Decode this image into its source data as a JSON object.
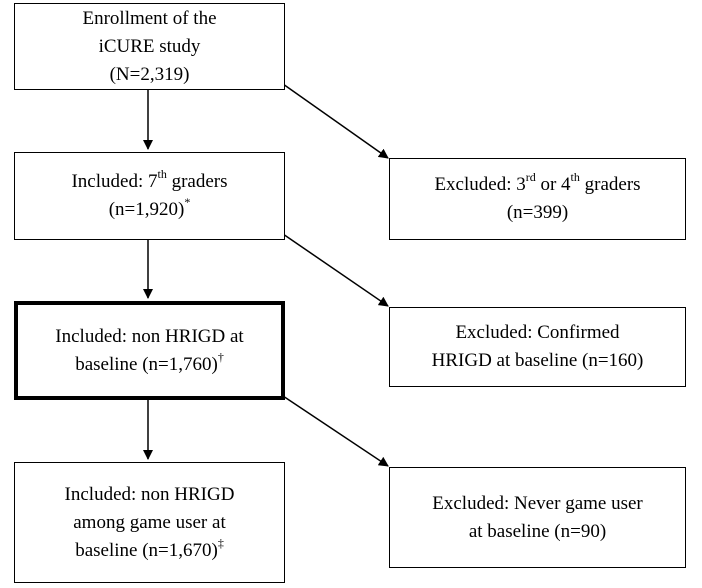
{
  "boxes": {
    "enroll": {
      "l1": "Enrollment of the",
      "l2": "iCURE study",
      "l3": "(N=2,319)"
    },
    "inc1": {
      "l1a": "Included: 7",
      "l1sup": "th",
      "l1b": " graders",
      "l2a": "(n=1,920)",
      "l2sup": "*"
    },
    "exc1": {
      "l1a": "Excluded: 3",
      "l1sup1": "rd",
      "l1b": " or 4",
      "l1sup2": "th",
      "l1c": " graders",
      "l2": "(n=399)"
    },
    "inc2": {
      "l1": "Included: non HRIGD at",
      "l2a": "baseline (n=1,760)",
      "l2sup": "†"
    },
    "exc2": {
      "l1": "Excluded: Confirmed",
      "l2": "HRIGD at baseline (n=160)"
    },
    "inc3": {
      "l1": "Included: non HRIGD",
      "l2": "among game user at",
      "l3a": "baseline (n=1,670)",
      "l3sup": "‡"
    },
    "exc3": {
      "l1": "Excluded: Never game user",
      "l2": "at baseline (n=90)"
    }
  }
}
